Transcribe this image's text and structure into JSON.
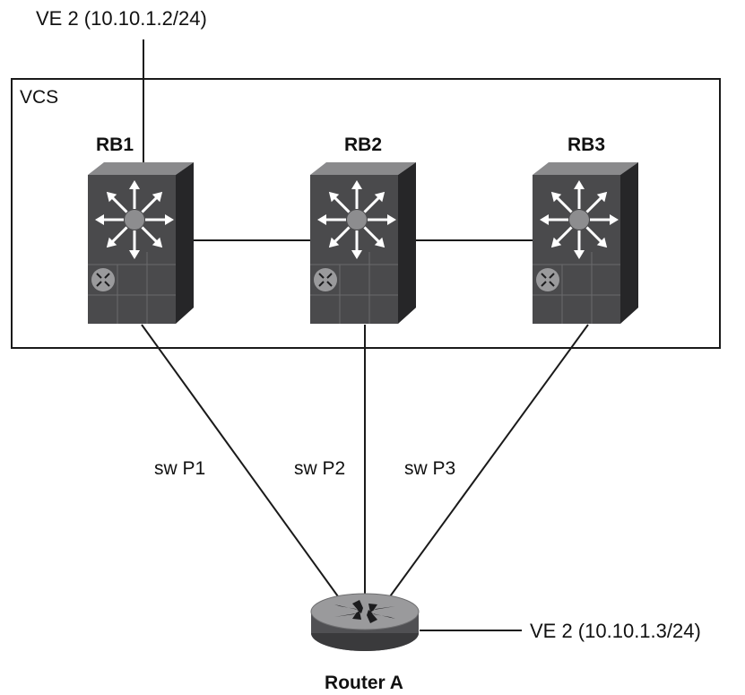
{
  "top_interface_label": "VE 2 (10.10.1.2/24)",
  "cluster_label": "VCS",
  "switches": [
    {
      "name": "RB1"
    },
    {
      "name": "RB2"
    },
    {
      "name": "RB3"
    }
  ],
  "links": [
    {
      "label": "sw P1"
    },
    {
      "label": "sw P2"
    },
    {
      "label": "sw P3"
    }
  ],
  "router": {
    "name": "Router A",
    "interface_label": "VE 2 (10.10.1.3/24)"
  },
  "colors": {
    "switch_front": "#4a4a4c",
    "switch_side": "#262628",
    "switch_top": "#8a8a8c",
    "router_top": "#9a9a9c",
    "router_side": "#4d4d50",
    "line": "#1a1a1a"
  },
  "icons": [
    "switch-icon",
    "router-icon",
    "arrows-icon"
  ]
}
